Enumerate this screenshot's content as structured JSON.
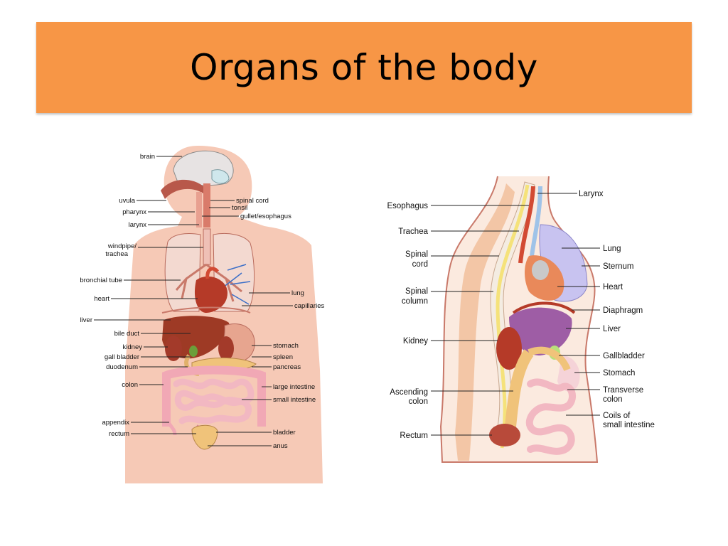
{
  "slide": {
    "title": "Organs of the body",
    "title_bar_color": "#F79646"
  },
  "left_diagram": {
    "labels_left": [
      "brain",
      "uvula",
      "pharynx",
      "larynx",
      "windpipe/",
      "trachea",
      "bronchial tube",
      "heart",
      "liver",
      "bile duct",
      "kidney",
      "gall bladder",
      "duodenum",
      "colon",
      "appendix",
      "rectum"
    ],
    "labels_right": [
      "spinal cord",
      "tonsil",
      "gullet/esophagus",
      "lung",
      "capillaries",
      "stomach",
      "spleen",
      "pancreas",
      "large intestine",
      "small intestine",
      "bladder",
      "anus"
    ]
  },
  "right_diagram": {
    "labels_left": [
      "Esophagus",
      "Trachea",
      "Spinal",
      "cord",
      "Spinal",
      "column",
      "Kidney",
      "Ascending",
      "colon",
      "Rectum"
    ],
    "labels_right": [
      "Larynx",
      "Lung",
      "Sternum",
      "Heart",
      "Diaphragm",
      "Liver",
      "Gallbladder",
      "Stomach",
      "Transverse",
      "colon",
      "Coils of",
      "small intestine"
    ]
  },
  "colors": {
    "skin": "#F6C9B6",
    "liver": "#9E3A25",
    "lung": "#F3D9D0",
    "intestine": "#F2B8C2",
    "colon": "#F0C37A",
    "spine": "#F5E27A",
    "lung_blue": "#C8C3F0"
  }
}
